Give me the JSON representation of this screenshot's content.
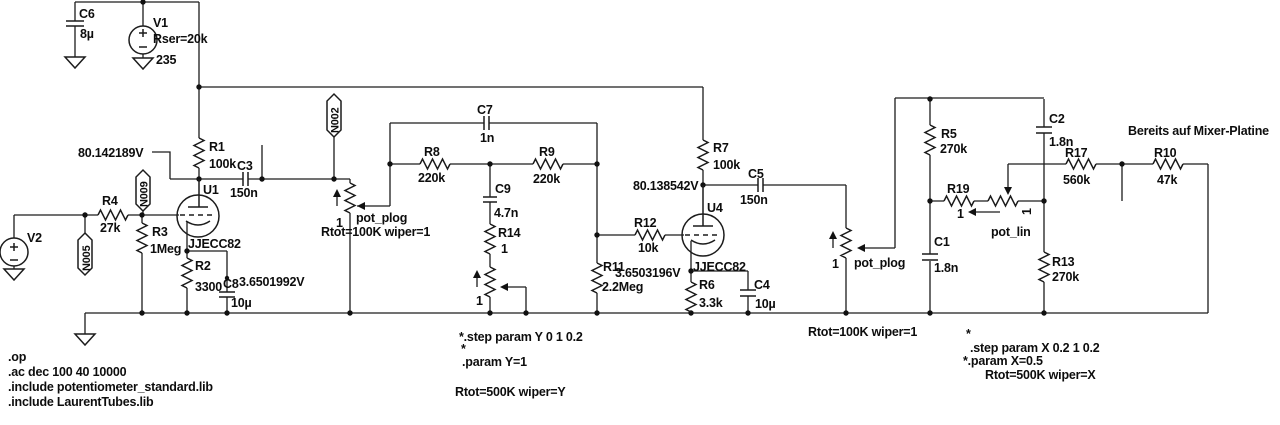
{
  "annotation": "Bereits auf Mixer-Platine",
  "ink": "#1c1c1c",
  "nets": {
    "n002": "N002",
    "n005": "N005",
    "n009": "N009"
  },
  "probes": {
    "u1_anode": "80.142189V",
    "u1_cathode": "3.6501992V",
    "u4_anode": "80.138542V",
    "u4_cathode": "3.6503196V"
  },
  "components": {
    "c6": {
      "name": "C6",
      "value": "8µ"
    },
    "v1": {
      "name": "V1",
      "param": "Rser=20k",
      "value": "235"
    },
    "v2": {
      "name": "V2"
    },
    "r1": {
      "name": "R1",
      "value": "100k"
    },
    "c3": {
      "name": "C3",
      "value": "150n"
    },
    "u1": {
      "name": "U1",
      "model": "JJECC82"
    },
    "r4": {
      "name": "R4",
      "value": "27k"
    },
    "r3": {
      "name": "R3",
      "value": "1Meg"
    },
    "r2": {
      "name": "R2",
      "value": "3300"
    },
    "c8": {
      "name": "C8",
      "value": "10µ"
    },
    "pot1": {
      "name": "pot_plog",
      "param": "Rtot=100K wiper=1",
      "wiper": "1"
    },
    "c7": {
      "name": "C7",
      "value": "1n"
    },
    "r8": {
      "name": "R8",
      "value": "220k"
    },
    "r9": {
      "name": "R9",
      "value": "220k"
    },
    "c9": {
      "name": "C9",
      "value": "4.7n"
    },
    "r14": {
      "name": "R14",
      "value": "1"
    },
    "pot2": {
      "wiper": "1"
    },
    "r11": {
      "name": "R11",
      "value": "2.2Meg"
    },
    "r12": {
      "name": "R12",
      "value": "10k"
    },
    "r7": {
      "name": "R7",
      "value": "100k"
    },
    "u4": {
      "name": "U4",
      "model": "JJECC82"
    },
    "c5": {
      "name": "C5",
      "value": "150n"
    },
    "r6": {
      "name": "R6",
      "value": "3.3k"
    },
    "c4": {
      "name": "C4",
      "value": "10µ"
    },
    "pot3": {
      "name": "pot_plog",
      "param": "Rtot=100K wiper=1",
      "wiper": "1"
    },
    "r5": {
      "name": "R5",
      "value": "270k"
    },
    "c2": {
      "name": "C2",
      "value": "1.8n"
    },
    "r19": {
      "name": "R19",
      "value": "1"
    },
    "potlin": {
      "name": "pot_lin",
      "wiper": "1"
    },
    "r17": {
      "name": "R17",
      "value": "560k"
    },
    "r10": {
      "name": "R10",
      "value": "47k"
    },
    "c1": {
      "name": "C1",
      "value": "1.8n"
    },
    "r13": {
      "name": "R13",
      "value": "270k"
    }
  },
  "directives": {
    "left": [
      ".op",
      ".ac dec 100 40 10000",
      ".include potentiometer_standard.lib",
      ".include LaurentTubes.lib"
    ],
    "mid": [
      "*.step param Y 0 1 0.2",
      "*",
      ".param Y=1"
    ],
    "mid_pot": "Rtot=500K wiper=Y",
    "right": [
      "*",
      ".step param X 0.2 1 0.2",
      "*.param X=0.5"
    ],
    "right_pot": "Rtot=500K wiper=X"
  }
}
